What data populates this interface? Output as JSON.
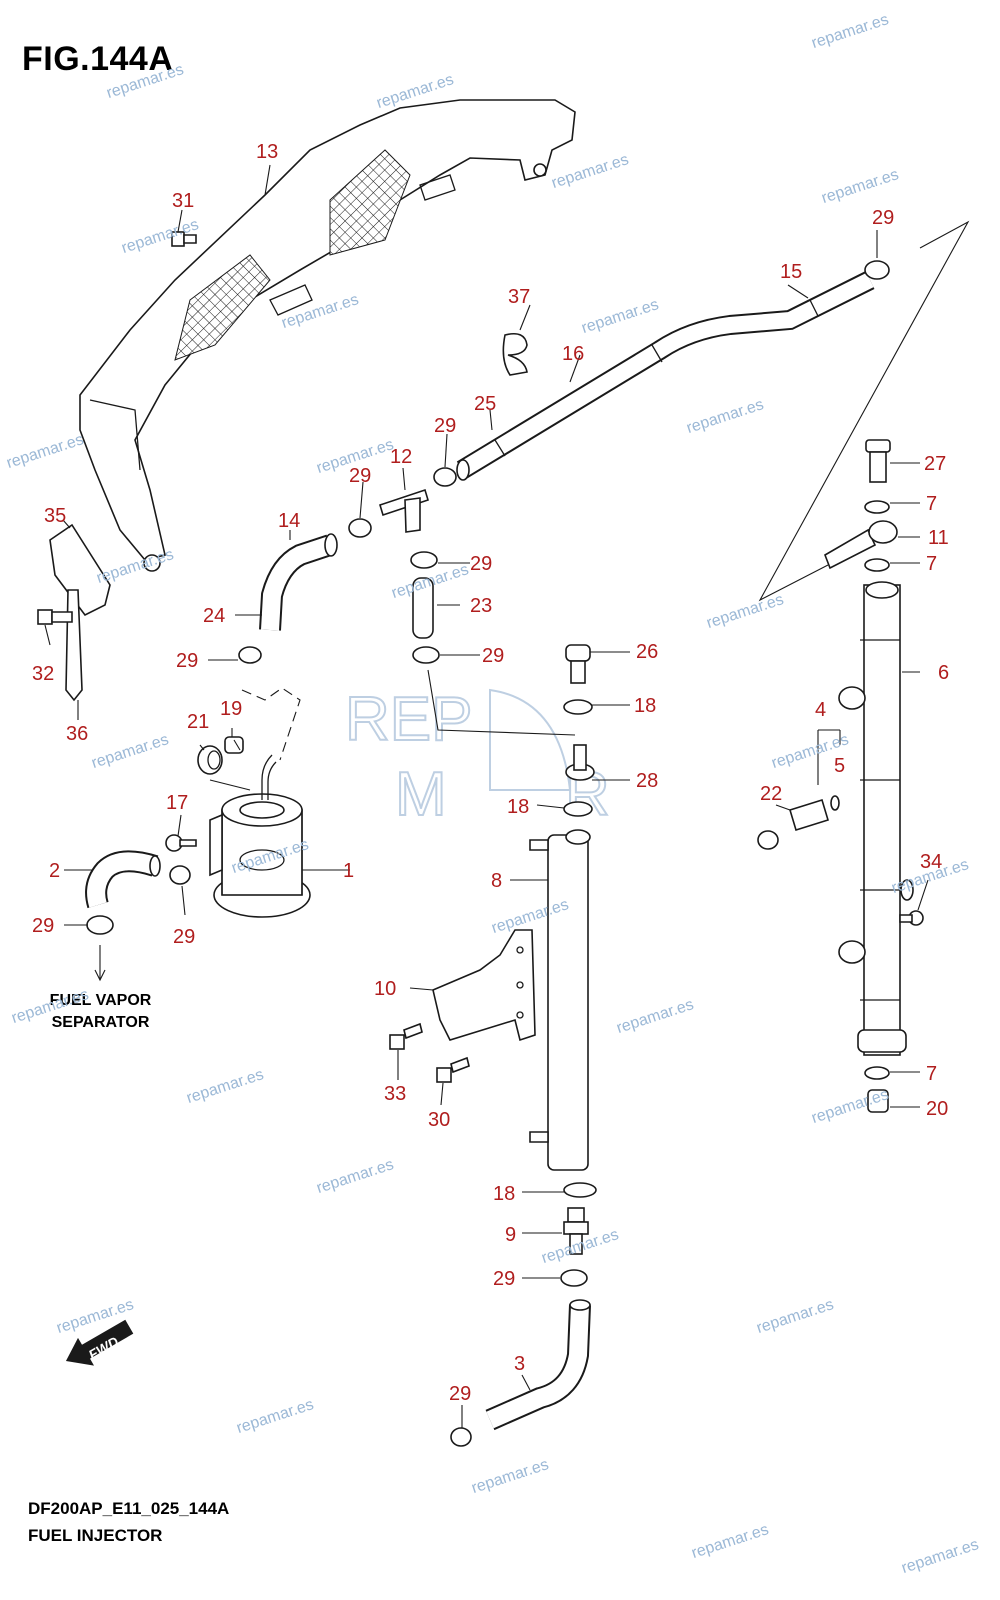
{
  "figure": {
    "title": "FIG.144A",
    "code": "DF200AP_E11_025_144A",
    "name": "FUEL INJECTOR"
  },
  "separator_label": {
    "line1": "FUEL VAPOR",
    "line2": "SEPARATOR"
  },
  "fwd_label": "FWD",
  "watermark_text": "repamar.es",
  "logo_text": "REPAMAR",
  "colors": {
    "callout": "#b01e1e",
    "line": "#1a1a1a",
    "watermark": "#9bb8d6"
  },
  "callouts": [
    "1",
    "2",
    "3",
    "4",
    "5",
    "6",
    "7",
    "8",
    "9",
    "10",
    "11",
    "12",
    "13",
    "14",
    "15",
    "16",
    "17",
    "18",
    "19",
    "20",
    "21",
    "22",
    "23",
    "24",
    "25",
    "26",
    "27",
    "28",
    "29",
    "30",
    "31",
    "32",
    "33",
    "34",
    "35",
    "36",
    "37"
  ]
}
